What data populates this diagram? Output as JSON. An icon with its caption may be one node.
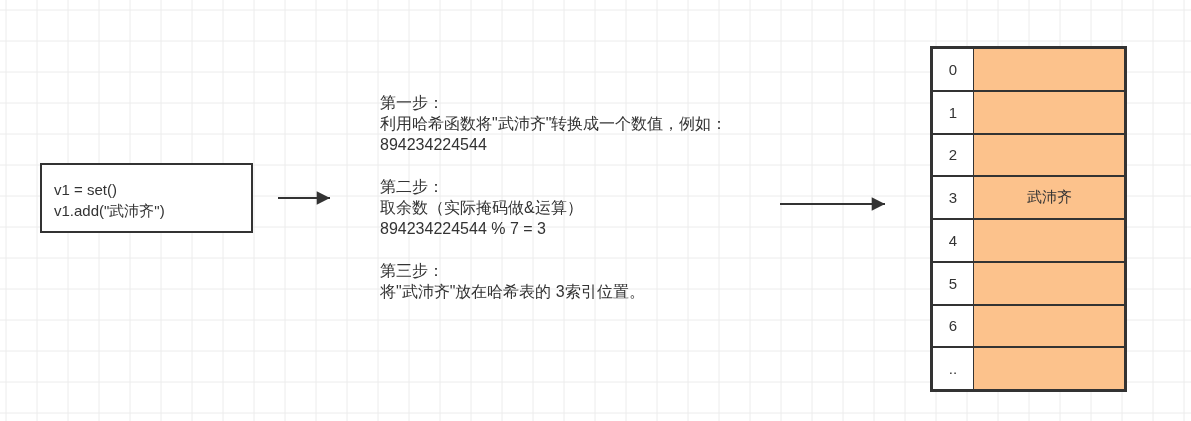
{
  "diagram": {
    "nodes": [
      {
        "text": [
          "v1 = set()",
          "v1.add(\"武沛齐\")"
        ]
      },
      {
        "text": [
          "第一步：",
          "利用哈希函数将\"武沛齐\"转换成一个数值，例如：",
          "894234224544",
          "第二步：",
          "取余数（实际掩码做&运算）",
          "894234224544 % 7 = 3",
          "第三步：",
          "将\"武沛齐\"放在哈希表的 3索引位置。"
        ]
      },
      {
        "text": [],
        "shape": "box"
      },
      {
        "text": [
          "0"
        ],
        "in": 2
      },
      {
        "text": [],
        "shape": "box",
        "in": 2
      },
      {
        "text": [
          "1"
        ],
        "in": 2
      },
      {
        "text": [],
        "shape": "box",
        "in": 2
      },
      {
        "text": [
          "2"
        ],
        "in": 2
      },
      {
        "text": [],
        "shape": "box",
        "in": 2
      },
      {
        "text": [
          "3"
        ],
        "in": 2
      },
      {
        "text": [
          "武沛齐"
        ],
        "in": 2
      },
      {
        "text": [
          "4"
        ],
        "in": 2
      },
      {
        "text": [],
        "shape": "box",
        "in": 2
      },
      {
        "text": [
          "5"
        ],
        "in": 2
      },
      {
        "text": [],
        "shape": "box",
        "in": 2
      },
      {
        "text": [
          "6"
        ],
        "in": 2
      },
      {
        "text": [],
        "shape": "box",
        "in": 2
      },
      {
        "text": [
          ".."
        ],
        "in": 2
      },
      {
        "text": [],
        "shape": "box",
        "in": 2
      }
    ],
    "edges": [
      {
        "from": 0,
        "to": 1,
        "arrow": "to"
      },
      {
        "from": 1,
        "to": 2,
        "arrow": "to"
      }
    ]
  }
}
